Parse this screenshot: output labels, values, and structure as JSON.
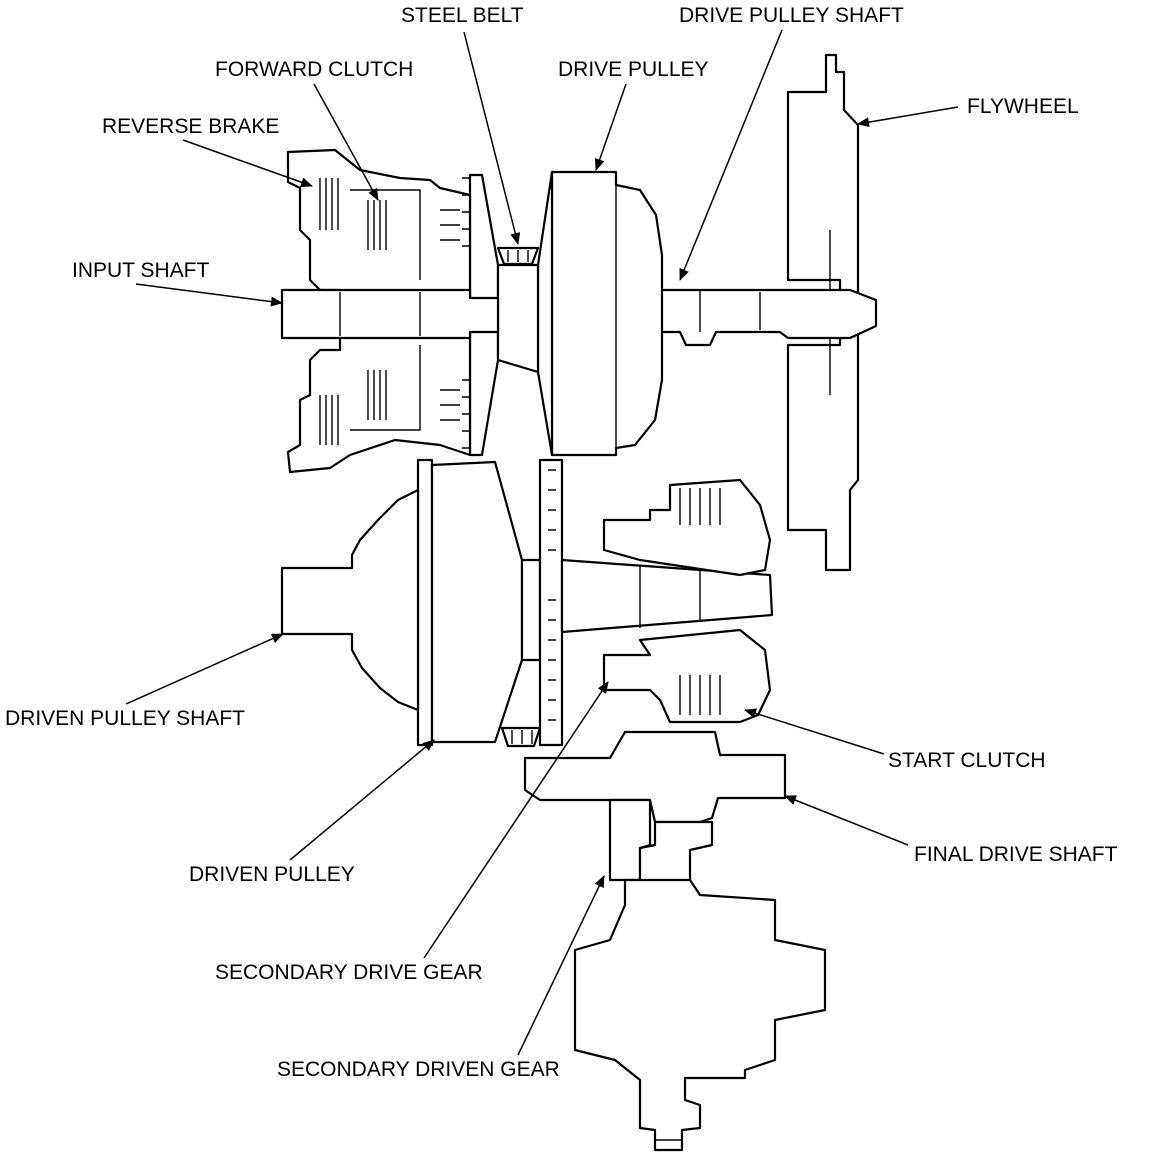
{
  "diagram": {
    "labels": {
      "steel_belt": "STEEL BELT",
      "drive_pulley_shaft": "DRIVE PULLEY SHAFT",
      "forward_clutch": "FORWARD CLUTCH",
      "drive_pulley": "DRIVE PULLEY",
      "flywheel": "FLYWHEEL",
      "reverse_brake": "REVERSE BRAKE",
      "input_shaft": "INPUT SHAFT",
      "driven_pulley_shaft": "DRIVEN PULLEY SHAFT",
      "start_clutch": "START CLUTCH",
      "final_drive_shaft": "FINAL DRIVE SHAFT",
      "driven_pulley": "DRIVEN PULLEY",
      "secondary_drive_gear": "SECONDARY DRIVE GEAR",
      "secondary_driven_gear": "SECONDARY DRIVEN GEAR"
    },
    "colors": {
      "line": "#000000",
      "background": "#ffffff"
    }
  }
}
